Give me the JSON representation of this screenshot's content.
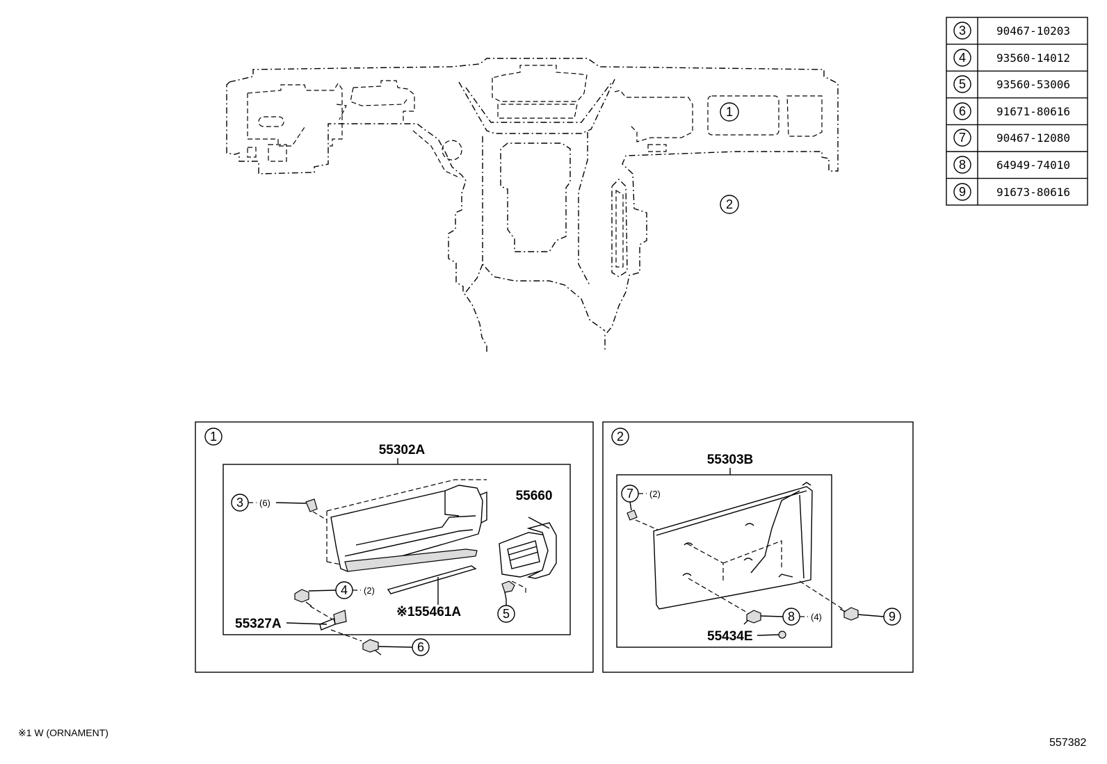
{
  "parts_table": [
    {
      "ref": "3",
      "part_no": "90467-10203"
    },
    {
      "ref": "4",
      "part_no": "93560-14012"
    },
    {
      "ref": "5",
      "part_no": "93560-53006"
    },
    {
      "ref": "6",
      "part_no": "91671-80616"
    },
    {
      "ref": "7",
      "part_no": "90467-12080"
    },
    {
      "ref": "8",
      "part_no": "64949-74010"
    },
    {
      "ref": "9",
      "part_no": "91673-80616"
    }
  ],
  "overview": {
    "callout_1": "1",
    "callout_2": "2"
  },
  "detail_1": {
    "panel_ref": "1",
    "assembly": "55302A",
    "vent": "55660",
    "ornament": "※155461A",
    "bracket": "55327A",
    "clip_ref": "3",
    "clip_qty": "(6)",
    "screw_ref": "4",
    "screw_qty": "(2)",
    "vent_screw_ref": "5",
    "bolt_ref": "6"
  },
  "detail_2": {
    "panel_ref": "2",
    "assembly": "55303B",
    "cover": "55434E",
    "clip_ref": "7",
    "clip_qty": "(2)",
    "screw_ref": "8",
    "screw_qty": "(4)",
    "bolt_ref": "9"
  },
  "footnote": "※1 W (ORNAMENT)",
  "drawing_number": "557382"
}
